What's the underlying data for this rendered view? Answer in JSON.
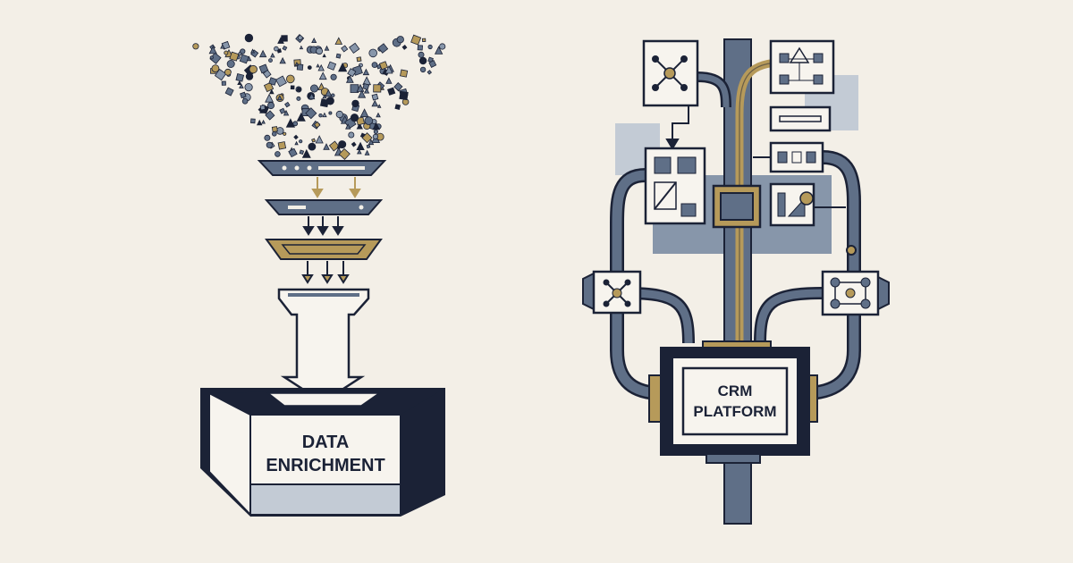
{
  "left_panel": {
    "box_label_line1": "DATA",
    "box_label_line2": "ENRICHMENT"
  },
  "right_panel": {
    "box_label_line1": "CRM",
    "box_label_line2": "PLATFORM"
  },
  "colors": {
    "background": "#f3efe7",
    "navy": "#1b2236",
    "slate": "#5f6f87",
    "slate_light": "#8796aa",
    "pale_blue": "#c3cbd5",
    "gold": "#b69a5a"
  }
}
